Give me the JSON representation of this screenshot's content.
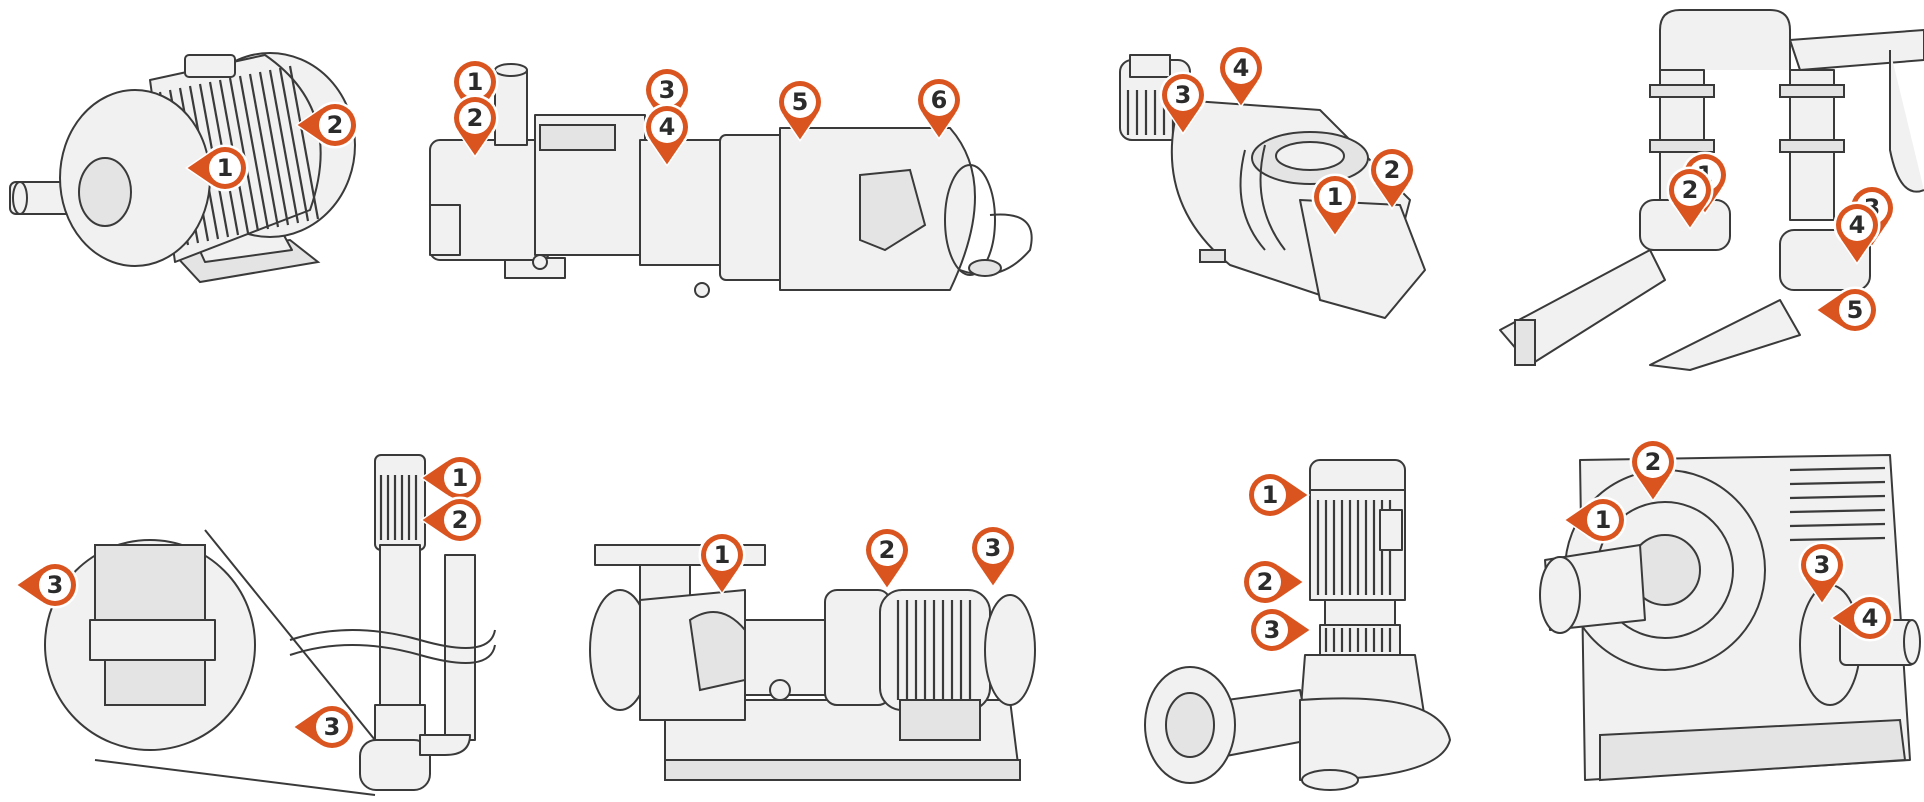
{
  "colors": {
    "marker": "#d9541e",
    "line": "#3a3a3a",
    "fill": "#f1f1f1",
    "background": "#ffffff"
  },
  "illustrations": [
    {
      "id": "electric-motor",
      "markers": [
        "1",
        "2"
      ]
    },
    {
      "id": "screw-compressor",
      "markers": [
        "1",
        "2",
        "3",
        "4",
        "5",
        "6"
      ]
    },
    {
      "id": "roots-blower",
      "markers": [
        "1",
        "2",
        "3",
        "4"
      ]
    },
    {
      "id": "pipeline-pumps",
      "markers": [
        "1",
        "2",
        "3",
        "4",
        "5"
      ]
    },
    {
      "id": "vertical-sump-pump",
      "markers": [
        "1",
        "2",
        "3",
        "3"
      ]
    },
    {
      "id": "end-suction-pump",
      "markers": [
        "1",
        "2",
        "3"
      ]
    },
    {
      "id": "vertical-inline-pump",
      "markers": [
        "1",
        "2",
        "3"
      ]
    },
    {
      "id": "worm-gearbox",
      "markers": [
        "1",
        "2",
        "3",
        "4"
      ]
    }
  ]
}
